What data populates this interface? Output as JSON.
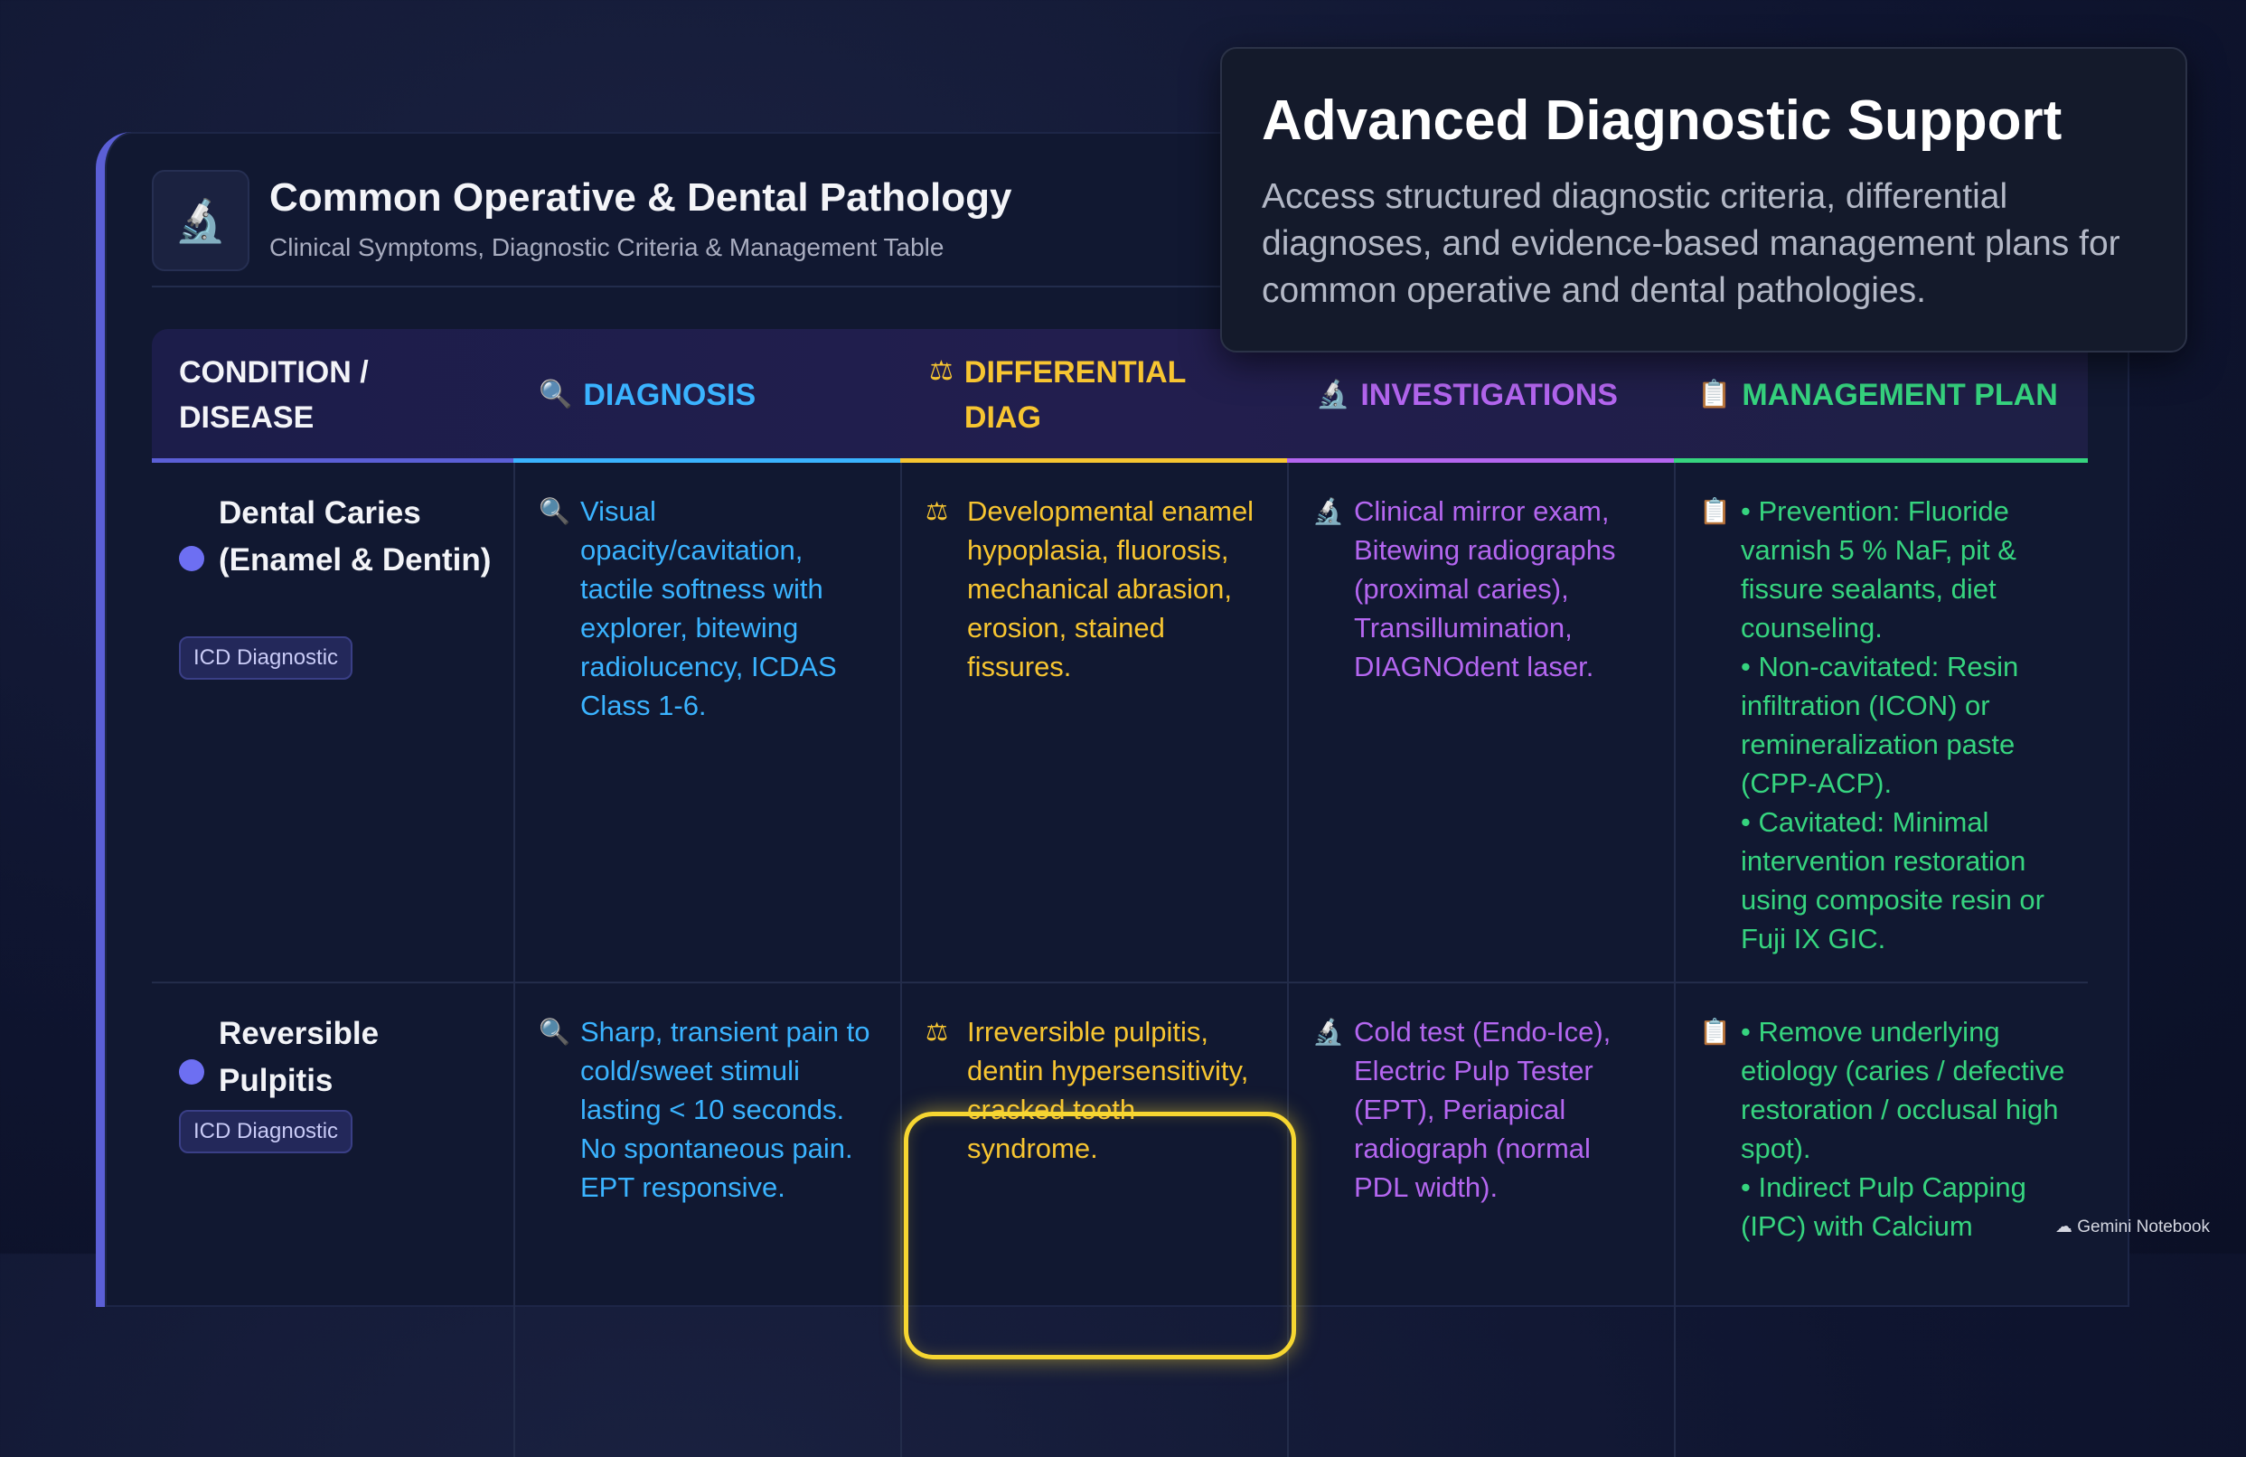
{
  "header": {
    "icon": "microscope-icon",
    "title": "Common Operative & Dental Pathology",
    "subtitle": "Clinical Symptoms, Diagnostic Criteria & Management Table"
  },
  "columns": {
    "condition": "CONDITION / DISEASE",
    "diagnosis": "DIAGNOSIS",
    "differential": "DIFFERENTIAL DIAG",
    "investigations": "INVESTIGATIONS",
    "management": "MANAGEMENT PLAN"
  },
  "colors": {
    "diagnosis": "#3ab3ff",
    "differential": "#f7c531",
    "investigations": "#b466f0",
    "management": "#36d47f",
    "accent": "#5b5fd6"
  },
  "rows": [
    {
      "condition": "Dental Caries (Enamel & Dentin)",
      "badge": "ICD Diagnostic",
      "diagnosis": "Visual opacity/cavitation, tactile softness with explorer, bitewing radiolucency, ICDAS Class 1-6.",
      "differential": "Developmental enamel hypoplasia, fluorosis, mechanical abrasion, erosion, stained fissures.",
      "investigations": "Clinical mirror exam, Bitewing radiographs (proximal caries), Transillumination, DIAGNOdent laser.",
      "management": [
        "• Prevention: Fluoride varnish 5 % NaF, pit & fissure sealants, diet counseling.",
        "• Non-cavitated: Resin infiltration (ICON) or remineralization paste (CPP-ACP).",
        "• Cavitated: Minimal intervention restoration using composite resin or Fuji IX GIC."
      ]
    },
    {
      "condition": "Reversible Pulpitis",
      "badge": "ICD Diagnostic",
      "diagnosis": "Sharp, transient pain to cold/sweet stimuli lasting < 10 seconds. No spontaneous pain. EPT responsive.",
      "differential": "Irreversible pulpitis, dentin hypersensitivity, cracked tooth syndrome.",
      "investigations": "Cold test (Endo-Ice), Electric Pulp Tester (EPT), Periapical radiograph (normal PDL width).",
      "management": [
        "• Remove underlying etiology (caries / defective restoration / occlusal high spot).",
        "• Indirect Pulp Capping (IPC) with Calcium"
      ]
    }
  ],
  "popup": {
    "title": "Advanced Diagnostic Support",
    "body": "Access structured diagnostic criteria, differential diagnoses, and evidence-based management plans for common operative and dental pathologies."
  },
  "watermark": "Gemini Notebook"
}
